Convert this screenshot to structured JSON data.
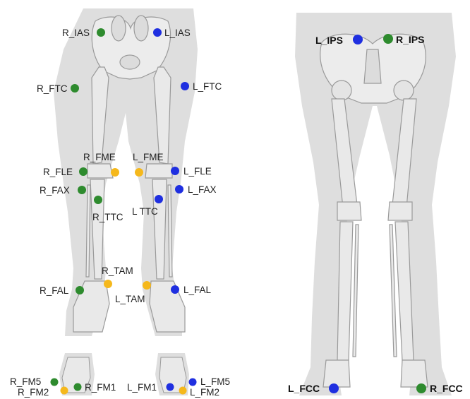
{
  "colors": {
    "right_marker": "#2e8b2e",
    "left_marker": "#1f2fe0",
    "medial_marker": "#f5b81c",
    "silhouette": "#dedede",
    "bone": "#e9e9e9",
    "bone_stroke": "#9a9a9a"
  },
  "front_view": {
    "markers": [
      {
        "label": "R_IAS",
        "color": "green"
      },
      {
        "label": "L_IAS",
        "color": "blue"
      },
      {
        "label": "R_FTC",
        "color": "green"
      },
      {
        "label": "L_FTC",
        "color": "blue"
      },
      {
        "label": "R_FME",
        "color": "yellow"
      },
      {
        "label": "L_FME",
        "color": "yellow"
      },
      {
        "label": "R_FLE",
        "color": "green"
      },
      {
        "label": "L_FLE",
        "color": "blue"
      },
      {
        "label": "R_FAX",
        "color": "green"
      },
      {
        "label": "L_FAX",
        "color": "blue"
      },
      {
        "label": "R_TTC",
        "color": "green"
      },
      {
        "label": "L TTC",
        "color": "blue"
      },
      {
        "label": "R_TAM",
        "color": "yellow"
      },
      {
        "label": "L_TAM",
        "color": "yellow"
      },
      {
        "label": "R_FAL",
        "color": "green"
      },
      {
        "label": "L_FAL",
        "color": "blue"
      }
    ]
  },
  "feet_view": {
    "markers": [
      {
        "label": "R_FM5",
        "color": "green"
      },
      {
        "label": "R_FM2",
        "color": "yellow"
      },
      {
        "label": "R_FM1",
        "color": "green"
      },
      {
        "label": "L_FM1",
        "color": "blue"
      },
      {
        "label": "L_FM5",
        "color": "blue"
      },
      {
        "label": "L_FM2",
        "color": "yellow"
      }
    ]
  },
  "back_view": {
    "markers": [
      {
        "label": "L_IPS",
        "color": "blue"
      },
      {
        "label": "R_IPS",
        "color": "green"
      },
      {
        "label": "L_FCC",
        "color": "blue"
      },
      {
        "label": "R_FCC",
        "color": "green"
      }
    ]
  }
}
